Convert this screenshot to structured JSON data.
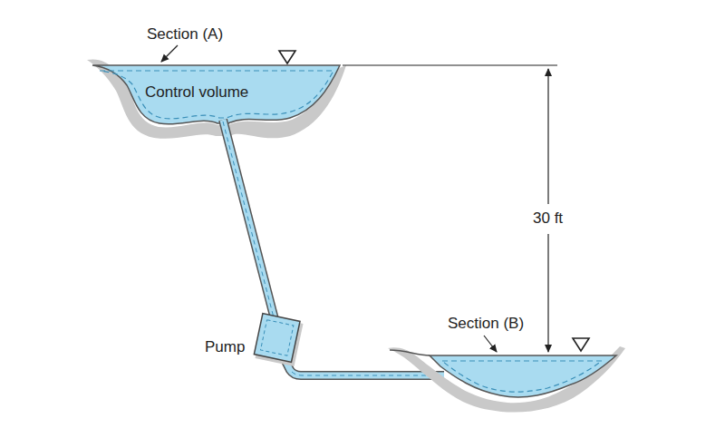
{
  "diagram": {
    "nodes": [
      {
        "text": [
          "Control volume"
        ]
      }
    ],
    "labels": [
      "Section (A)",
      "30 ft",
      "Pump",
      "Section (B)"
    ]
  }
}
